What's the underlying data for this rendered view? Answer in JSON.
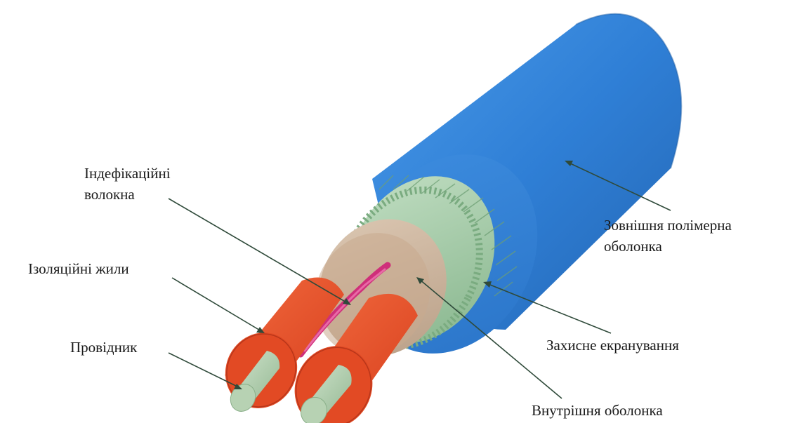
{
  "labels": {
    "identification_fibers": [
      "Індефікаційні",
      "волокна"
    ],
    "outer_jacket": [
      "Зовнішня полімерна",
      "оболонка"
    ],
    "insulated_cores": "Ізоляційні жили",
    "protective_shielding": "Захисне екранування",
    "conductor": "Провідник",
    "inner_sheath": "Внутрішня оболонка"
  },
  "colors": {
    "outer_jacket": "#2f7fd6",
    "shielding": "#9dc7a0",
    "inner_sheath": "#cdb7a0",
    "insulation": "#e8502a",
    "conductor": "#b7d2b3",
    "fibers": "#cf2f7a",
    "leader_line": "#2f4a3a"
  }
}
